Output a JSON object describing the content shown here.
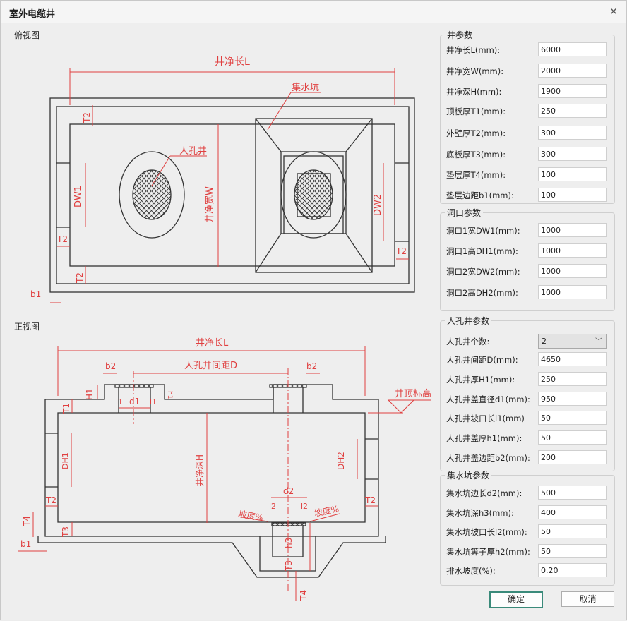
{
  "window": {
    "title": "室外电缆井",
    "close_icon": "close-icon"
  },
  "views": {
    "top_view_label": "俯视图",
    "front_view_label": "正视图"
  },
  "top_view_annotations": {
    "length": "井净长L",
    "width": "井净宽W",
    "manhole": "人孔井",
    "sump": "集水坑",
    "dw1": "DW1",
    "dw2": "DW2",
    "t2": "T2",
    "b1": "b1"
  },
  "front_view_annotations": {
    "length": "井净长L",
    "manhole_spacing": "人孔井间距D",
    "b2": "b2",
    "h1": "H1",
    "t1": "T1",
    "l1": "l1",
    "d1": "d1",
    "hl": "h1",
    "top_elevation": "井顶标高",
    "depth": "井净深H",
    "dh1": "DH1",
    "dh2": "DH2",
    "t2": "T2",
    "t3": "T3",
    "t4": "T4",
    "b1": "b1",
    "d2": "d2",
    "l2": "l2",
    "slope": "坡度%",
    "h3": "h3"
  },
  "groups": {
    "well": {
      "title": "井参数",
      "fields": [
        {
          "label": "井净长L(mm):",
          "value": "6000"
        },
        {
          "label": "井净宽W(mm):",
          "value": "2000"
        },
        {
          "label": "井净深H(mm):",
          "value": "1900"
        },
        {
          "label": "顶板厚T1(mm):",
          "value": "250"
        },
        {
          "label": "外壁厚T2(mm):",
          "value": "300"
        },
        {
          "label": "底板厚T3(mm):",
          "value": "300"
        },
        {
          "label": "垫层厚T4(mm):",
          "value": "100"
        },
        {
          "label": "垫层边距b1(mm):",
          "value": "100"
        }
      ]
    },
    "opening": {
      "title": "洞口参数",
      "fields": [
        {
          "label": "洞口1宽DW1(mm):",
          "value": "1000"
        },
        {
          "label": "洞口1高DH1(mm):",
          "value": "1000"
        },
        {
          "label": "洞口2宽DW2(mm):",
          "value": "1000"
        },
        {
          "label": "洞口2高DH2(mm):",
          "value": "1000"
        }
      ]
    },
    "manhole": {
      "title": "人孔井参数",
      "count_label": "人孔井个数:",
      "count_value": "2",
      "fields": [
        {
          "label": "人孔井间距D(mm):",
          "value": "4650"
        },
        {
          "label": "人孔井厚H1(mm):",
          "value": "250"
        },
        {
          "label": "人孔井盖直径d1(mm):",
          "value": "950"
        },
        {
          "label": "人孔井坡口长l1(mm)",
          "value": "50"
        },
        {
          "label": "人孔井盖厚h1(mm):",
          "value": "50"
        },
        {
          "label": "人孔井盖边距b2(mm):",
          "value": "200"
        }
      ]
    },
    "sump": {
      "title": "集水坑参数",
      "fields": [
        {
          "label": "集水坑边长d2(mm):",
          "value": "500"
        },
        {
          "label": "集水坑深h3(mm):",
          "value": "400"
        },
        {
          "label": "集水坑坡口长l2(mm):",
          "value": "50"
        },
        {
          "label": "集水坑箅子厚h2(mm):",
          "value": "50"
        },
        {
          "label": "排水坡度(%):",
          "value": "0.20"
        }
      ]
    }
  },
  "buttons": {
    "ok": "确定",
    "cancel": "取消"
  },
  "colors": {
    "accent": "#3a8a7a",
    "dimension": "#e04040",
    "outline": "#333333"
  }
}
